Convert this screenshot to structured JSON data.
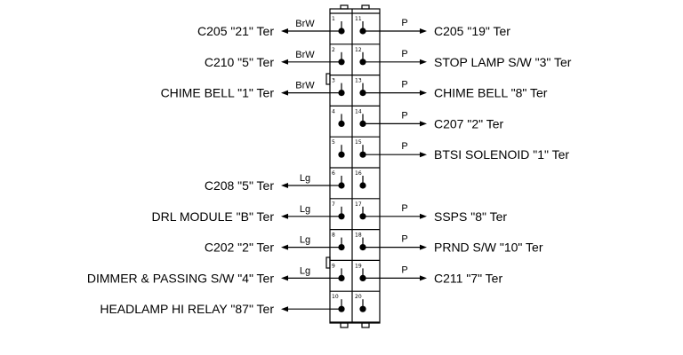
{
  "connector": {
    "left": [
      {
        "pin": "1",
        "wire": "BrW",
        "label": "C205 \"21\" Ter"
      },
      {
        "pin": "2",
        "wire": "BrW",
        "label": "C210 \"5\" Ter"
      },
      {
        "pin": "3",
        "wire": "BrW",
        "label": "CHIME BELL \"1\" Ter"
      },
      {
        "pin": "4",
        "wire": "",
        "label": ""
      },
      {
        "pin": "5",
        "wire": "",
        "label": ""
      },
      {
        "pin": "6",
        "wire": "Lg",
        "label": "C208 \"5\" Ter"
      },
      {
        "pin": "7",
        "wire": "Lg",
        "label": "DRL MODULE \"B\" Ter"
      },
      {
        "pin": "8",
        "wire": "Lg",
        "label": "C202 \"2\" Ter"
      },
      {
        "pin": "9",
        "wire": "Lg",
        "label": "DIMMER & PASSING S/W \"4\" Ter"
      },
      {
        "pin": "10",
        "wire": "",
        "label": "HEADLAMP HI RELAY \"87\" Ter"
      }
    ],
    "right": [
      {
        "pin": "11",
        "wire": "P",
        "label": "C205 \"19\" Ter"
      },
      {
        "pin": "12",
        "wire": "P",
        "label": "STOP LAMP S/W \"3\" Ter"
      },
      {
        "pin": "13",
        "wire": "P",
        "label": "CHIME BELL \"8\" Ter"
      },
      {
        "pin": "14",
        "wire": "P",
        "label": "C207 \"2\" Ter"
      },
      {
        "pin": "15",
        "wire": "P",
        "label": "BTSI SOLENOID \"1\" Ter"
      },
      {
        "pin": "16",
        "wire": "",
        "label": ""
      },
      {
        "pin": "17",
        "wire": "P",
        "label": "SSPS \"8\" Ter"
      },
      {
        "pin": "18",
        "wire": "P",
        "label": "PRND S/W \"10\" Ter"
      },
      {
        "pin": "19",
        "wire": "P",
        "label": "C211 \"7\" Ter"
      },
      {
        "pin": "20",
        "wire": "",
        "label": ""
      }
    ]
  }
}
